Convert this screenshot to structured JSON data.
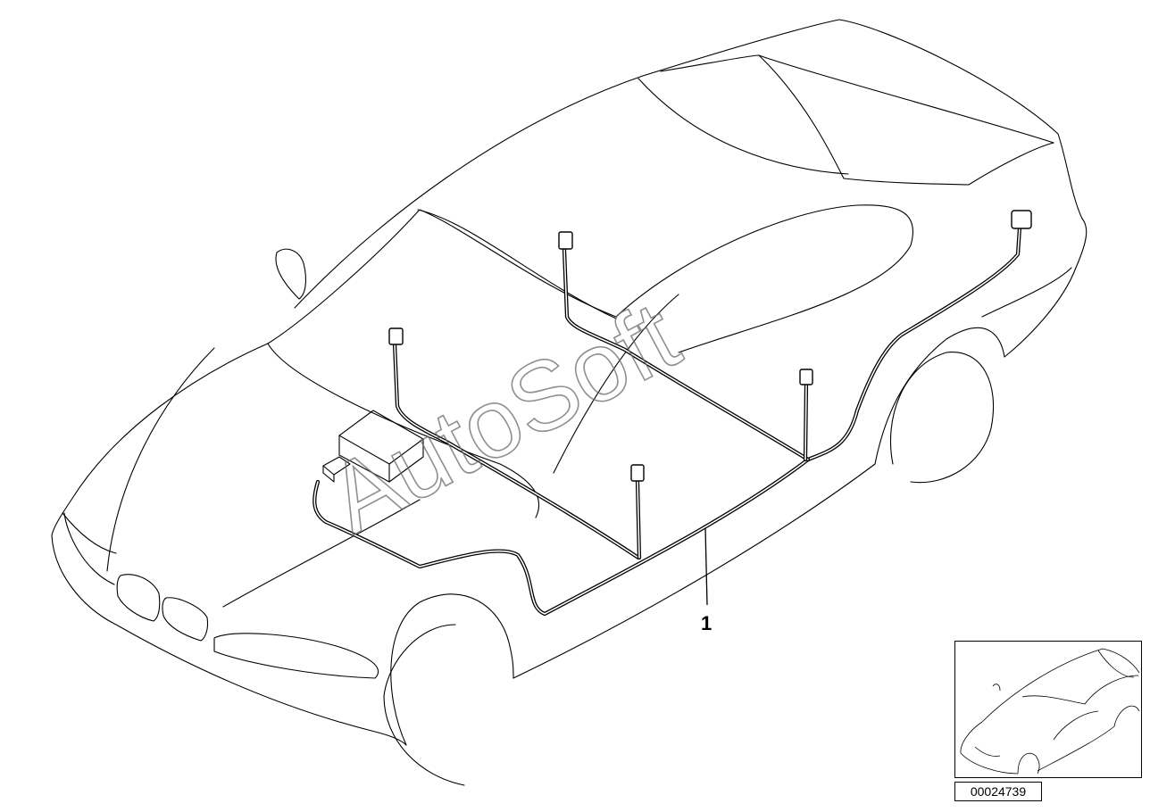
{
  "diagram": {
    "callouts": [
      {
        "label": "1"
      }
    ],
    "watermark": "AutoSoft",
    "diagram_id": "00024739"
  }
}
